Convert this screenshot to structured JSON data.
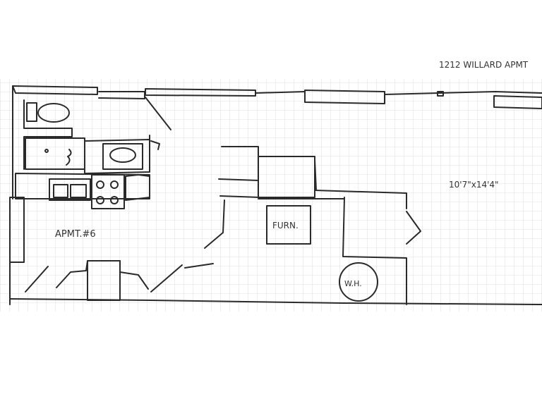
{
  "header": {
    "address": "1212 WILLARD APMT"
  },
  "labels": {
    "unit": "APMT.#6",
    "furnace": "FURN.",
    "water_heater": "W.H.",
    "dimensions": "10'7\"x14'4\""
  },
  "colors": {
    "ink": "#2a2a2a",
    "grid": "#d9d9d9",
    "paper": "#ffffff"
  }
}
